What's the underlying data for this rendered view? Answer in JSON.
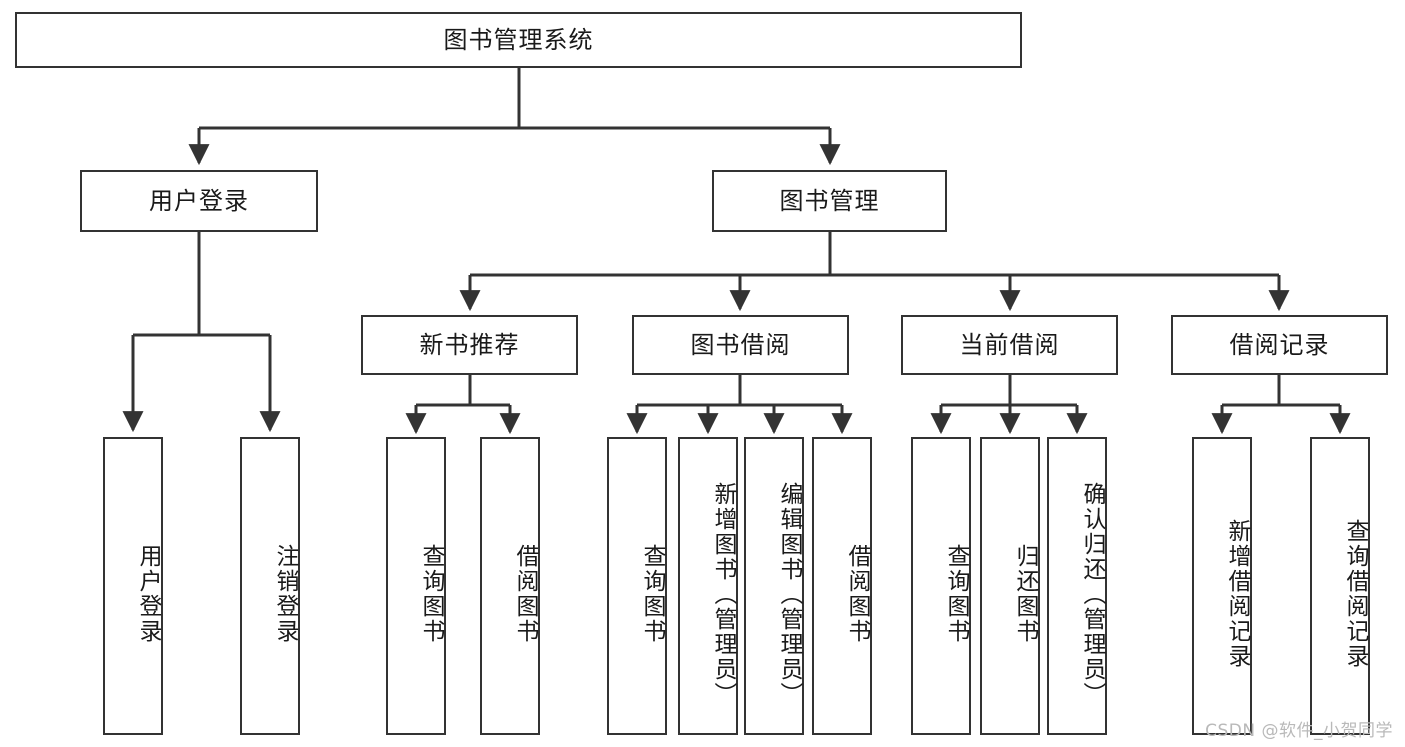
{
  "diagram": {
    "title": "图书管理系统",
    "type": "tree",
    "root": {
      "label": "图书管理系统"
    },
    "level2": [
      {
        "label": "用户登录"
      },
      {
        "label": "图书管理"
      }
    ],
    "level3": [
      {
        "label": "新书推荐"
      },
      {
        "label": "图书借阅"
      },
      {
        "label": "当前借阅"
      },
      {
        "label": "借阅记录"
      }
    ],
    "leaves": {
      "user_login": [
        {
          "label": "用户登录"
        },
        {
          "label": "注销登录"
        }
      ],
      "new_book_recommend": [
        {
          "label": "查询图书"
        },
        {
          "label": "借阅图书"
        }
      ],
      "book_borrow": [
        {
          "label": "查询图书"
        },
        {
          "label": "新增图书（管理员）"
        },
        {
          "label": "编辑图书（管理员）"
        },
        {
          "label": "借阅图书"
        }
      ],
      "current_borrow": [
        {
          "label": "查询图书"
        },
        {
          "label": "归还图书"
        },
        {
          "label": "确认归还（管理员）"
        }
      ],
      "borrow_records": [
        {
          "label": "新增借阅记录"
        },
        {
          "label": "查询借阅记录"
        }
      ]
    },
    "watermark": "CSDN @软件_小贺同学",
    "colors": {
      "stroke": "#333333",
      "fill": "#ffffff",
      "text": "#1a1a1a",
      "watermark": "#b9b9b9"
    }
  }
}
